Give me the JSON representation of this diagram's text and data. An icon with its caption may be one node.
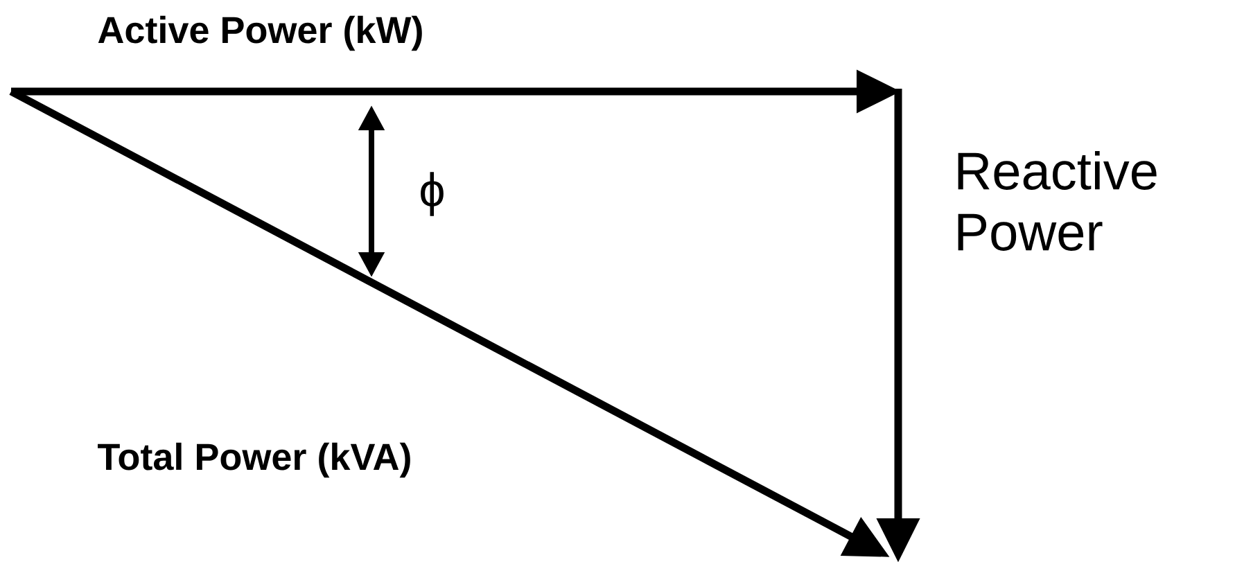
{
  "diagram": {
    "labels": [
      "Active Power (kW)",
      "ϕ",
      "Reactive Power",
      "Total Power (kVA)"
    ]
  }
}
